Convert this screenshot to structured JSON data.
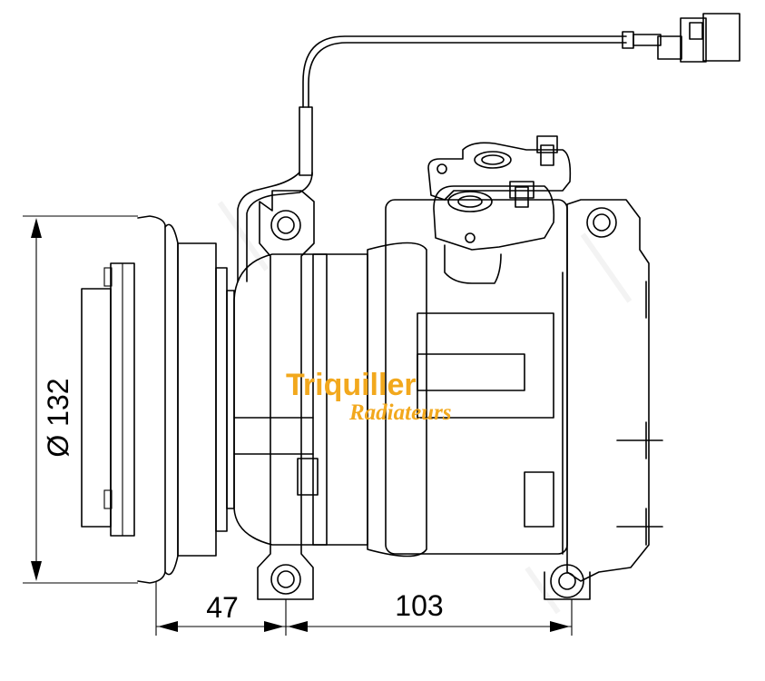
{
  "dimensions": {
    "diameter": "Ø 132",
    "clutch_depth": "47",
    "body_length": "103"
  },
  "logo": {
    "name": "Triquiller",
    "tagline": "Radiateurs",
    "color": "#f2a81d"
  }
}
